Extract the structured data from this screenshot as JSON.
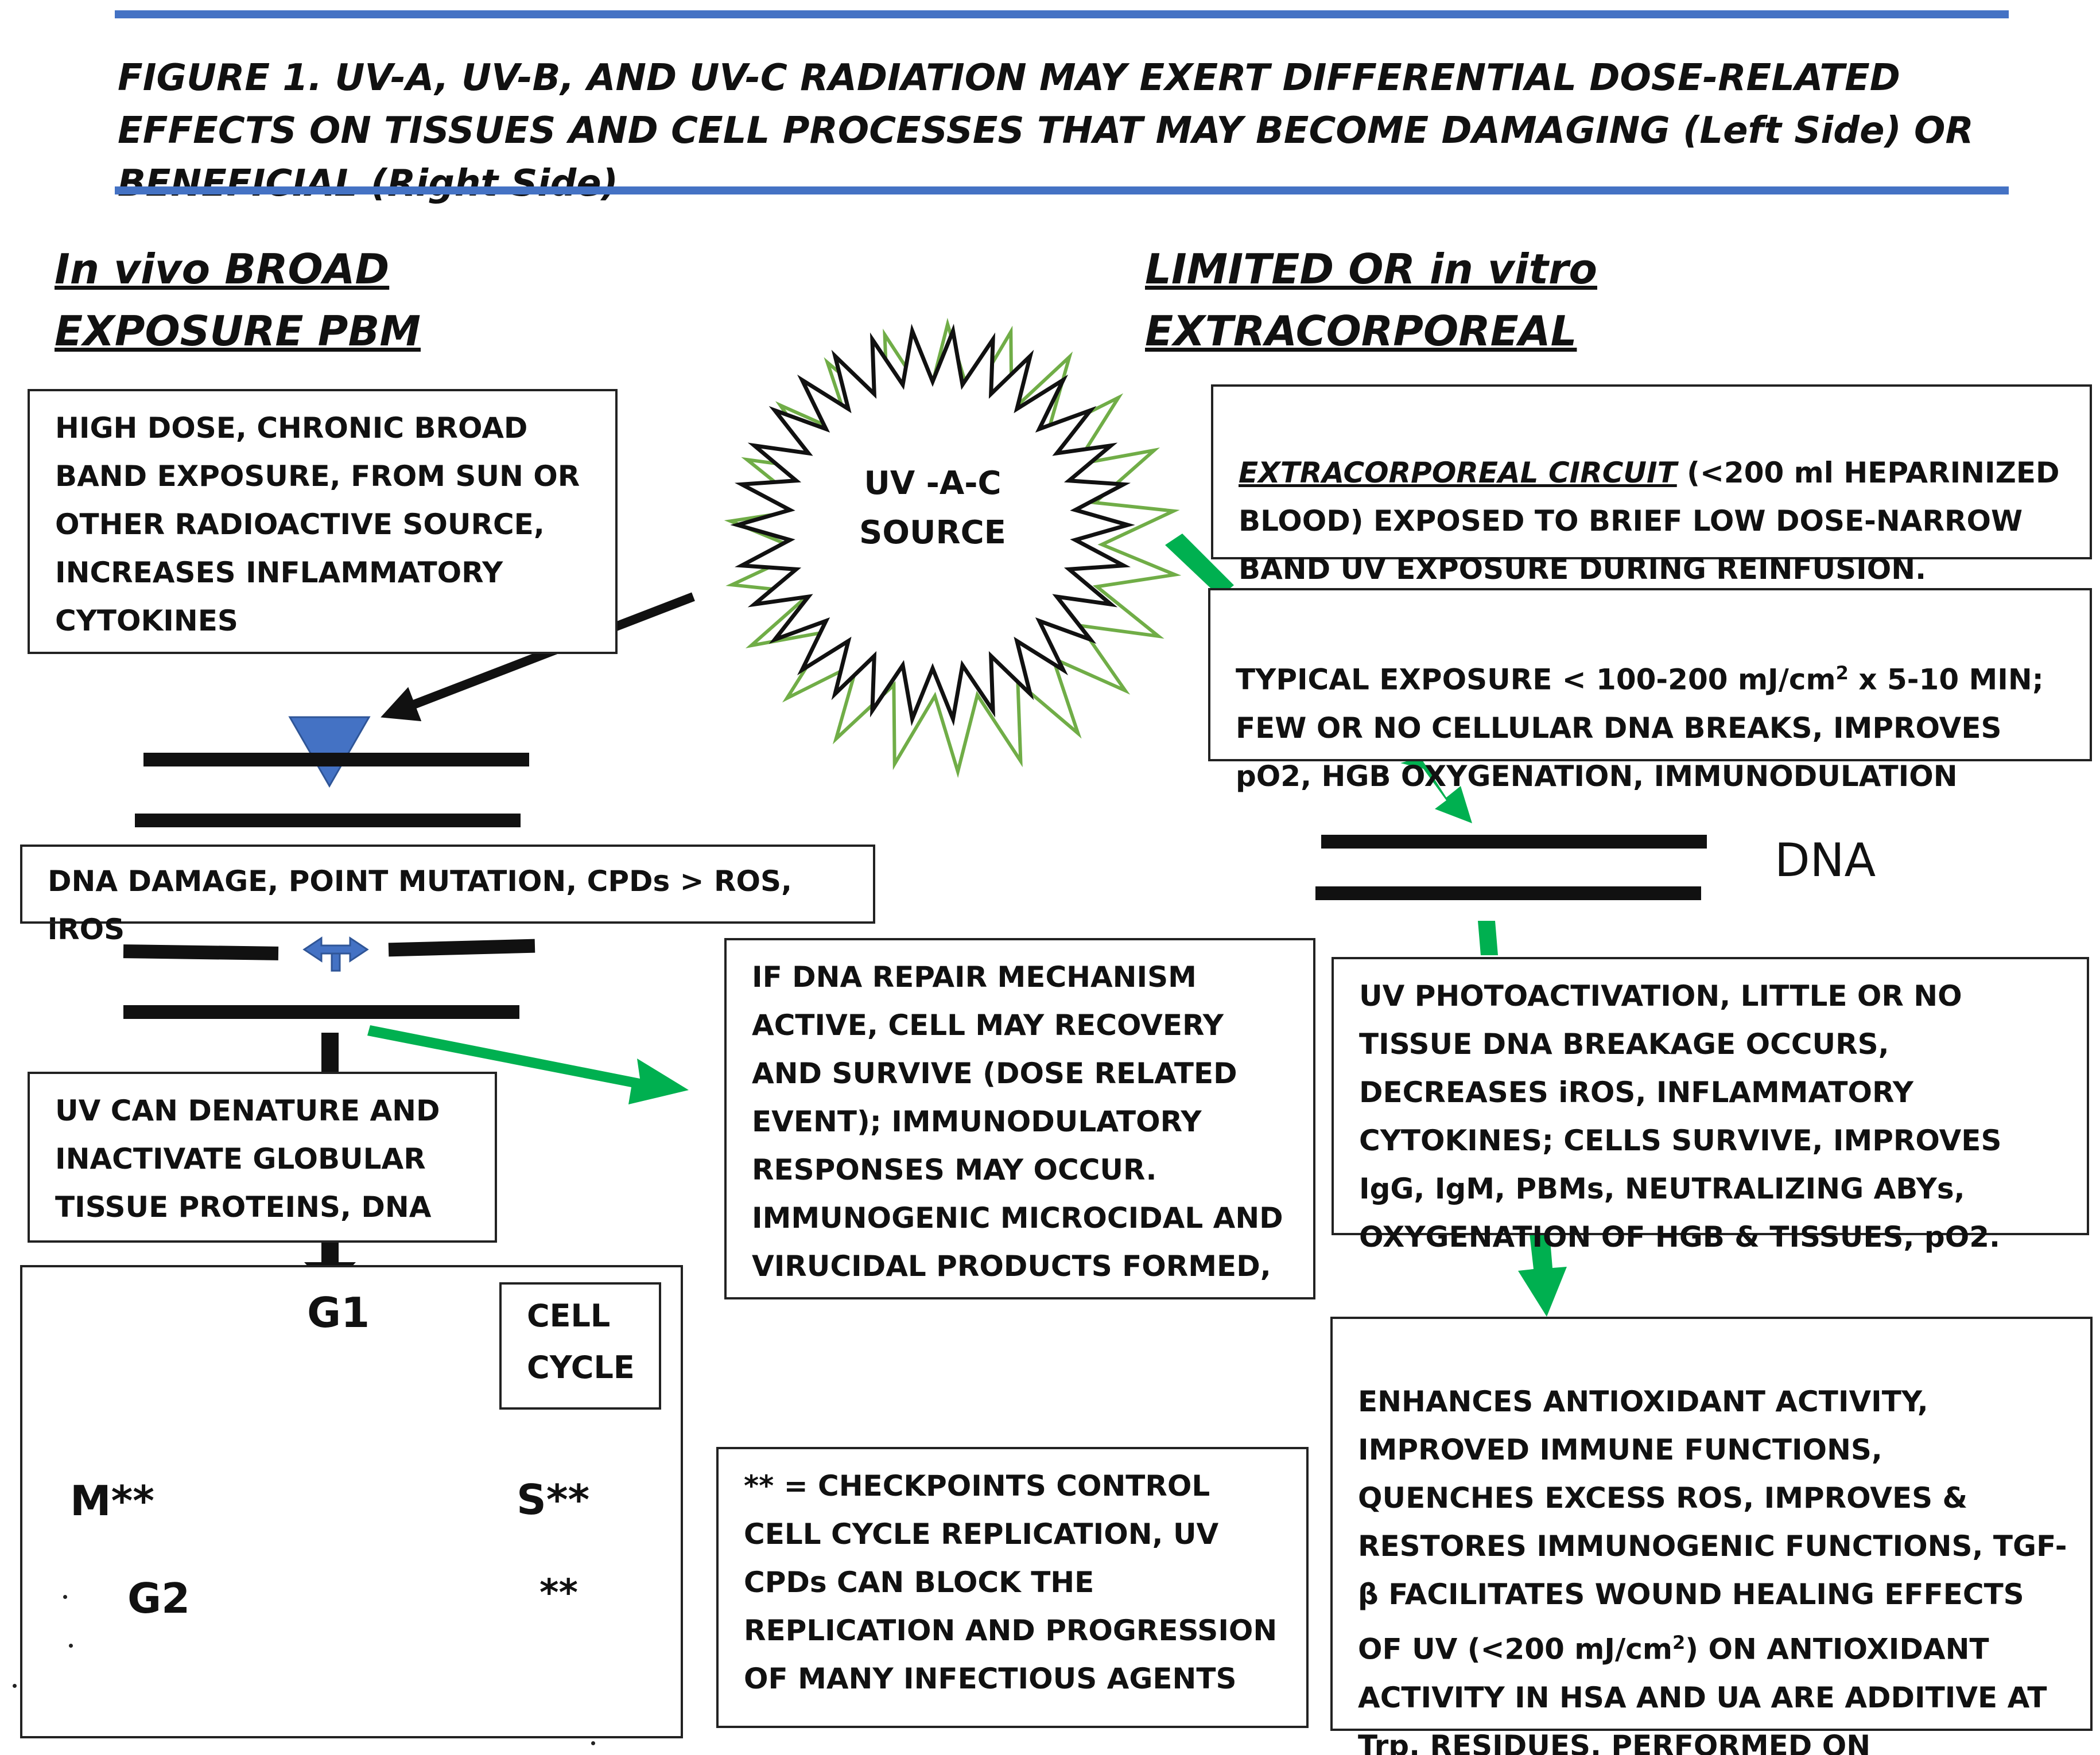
{
  "figure_title": "FIGURE 1. UV-A, UV-B, AND UV-C RADIATION MAY EXERT DIFFERENTIAL DOSE-RELATED EFFECTS ON TISSUES AND CELL PROCESSES THAT MAY BECOME DAMAGING (Left Side) OR BENEFICIAL (Right Side)",
  "left_heading": "In vivo  BROAD EXPOSURE PBM",
  "right_heading": "LIMITED OR  in vitro EXTRACORPOREAL",
  "source_label": "UV -A-C\nSOURCE",
  "left_boxes": {
    "high_dose": "HIGH DOSE, CHRONIC BROAD BAND EXPOSURE, FROM SUN OR OTHER RADIOACTIVE SOURCE, INCREASES INFLAMMATORY CYTOKINES",
    "dna_damage": "DNA DAMAGE, POINT MUTATION, CPDs > ROS, iROS",
    "denature": "UV CAN DENATURE AND INACTIVATE GLOBULAR TISSUE PROTEINS, DNA"
  },
  "middle_boxes": {
    "repair": "IF DNA REPAIR MECHANISM ACTIVE, CELL MAY RECOVERY AND SURVIVE (DOSE RELATED EVENT); IMMUNODULATORY RESPONSES MAY OCCUR. IMMUNOGENIC MICROCIDAL AND VIRUCIDAL PRODUCTS FORMED,",
    "checkpoints": "** = CHECKPOINTS CONTROL CELL CYCLE REPLICATION, UV CPDs CAN BLOCK THE REPLICATION AND PROGRESSION OF MANY INFECTIOUS AGENTS"
  },
  "right_boxes": {
    "circuit_lead": "EXTRACORPOREAL CIRCUIT",
    "circuit_rest": " (<200 ml HEPARINIZED BLOOD) EXPOSED TO BRIEF LOW DOSE-NARROW BAND UV EXPOSURE DURING REINFUSION.",
    "typical_a": "TYPICAL EXPOSURE < 100-200 mJ/cm",
    "typical_sup": "2",
    "typical_b": " x  5-10 MIN; FEW OR NO CELLULAR DNA BREAKS, IMPROVES pO2, HGB OXYGENATION, IMMUNODULATION",
    "photoactivation": "UV PHOTOACTIVATION, LITTLE OR NO TISSUE DNA BREAKAGE OCCURS, DECREASES iROS, INFLAMMATORY CYTOKINES; CELLS SURVIVE, IMPROVES IgG, IgM, PBMs, NEUTRALIZING ABYs, OXYGENATION OF HGB & TISSUES, pO2.",
    "enhances_a": "ENHANCES ANTIOXIDANT ACTIVITY, IMPROVED IMMUNE FUNCTIONS, QUENCHES EXCESS ROS, IMPROVES & RESTORES IMMUNOGENIC  FUNCTIONS, TGF-β FACILITATES WOUND HEALING EFFECTS OF UV (<200 mJ/cm",
    "enhances_sup": "2",
    "enhances_b": ") ON ANTIOXIDANT ACTIVITY IN HSA AND UA ARE ADDITIVE AT Trp. RESIDUES. PERFORMED ON HEPARINIZED BLOOD."
  },
  "dna_label": "DNA",
  "cell_cycle": {
    "title": "CELL\nCYCLE",
    "g1": "G1",
    "g2": "G2",
    "m": "M**",
    "s": "S**",
    "star": "**"
  },
  "colors": {
    "rule_blue": "#4472c4",
    "arrow_green": "#00b050",
    "ring_green": "#70ad47",
    "marker_blue": "#4472c4"
  }
}
